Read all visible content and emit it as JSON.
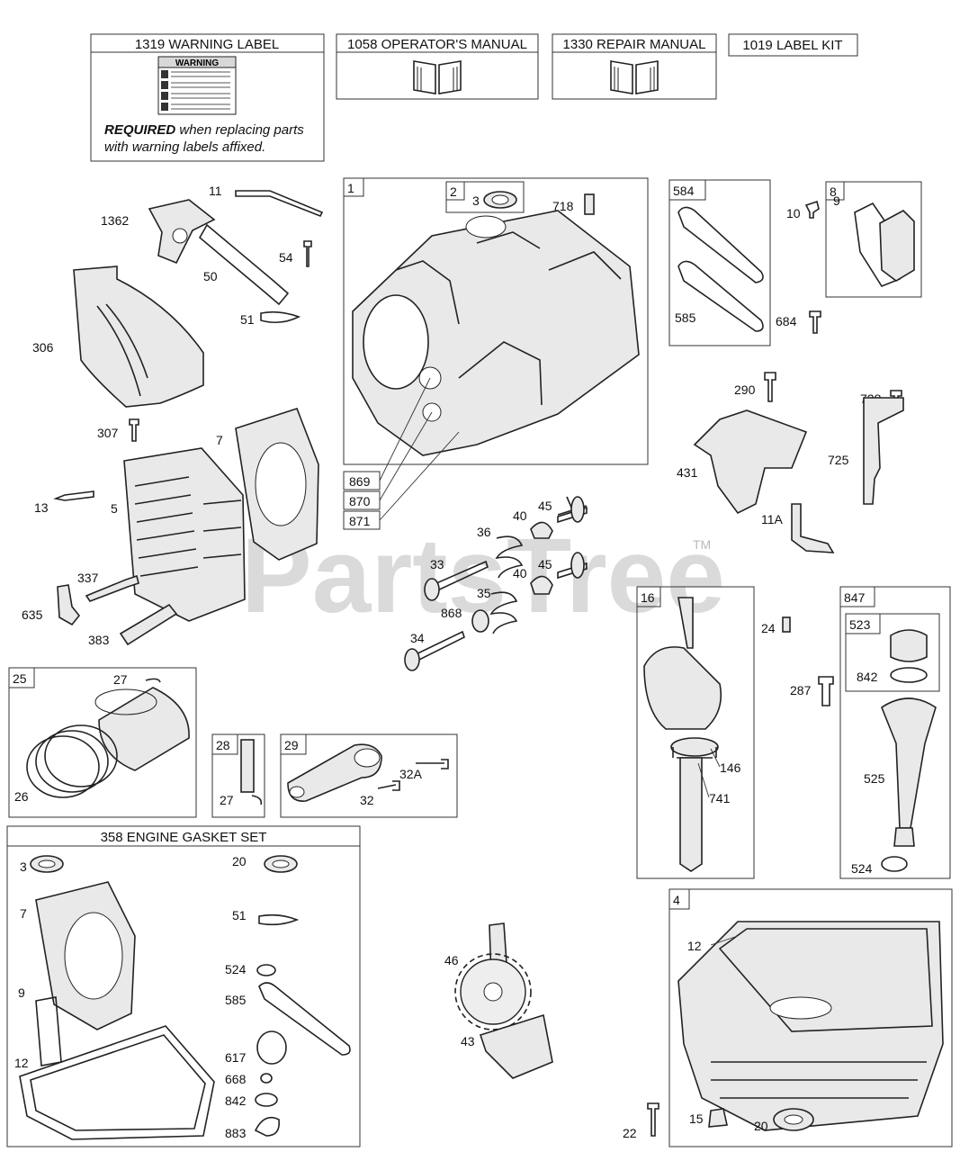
{
  "watermark": {
    "brand": "PartsTree",
    "tm": "TM"
  },
  "header_boxes": {
    "warning_label": "1319 WARNING LABEL",
    "operators_manual": "1058 OPERATOR'S MANUAL",
    "repair_manual": "1330 REPAIR MANUAL",
    "label_kit": "1019 LABEL KIT"
  },
  "warning_sticker": {
    "title": "WARNING"
  },
  "required_note": {
    "bold": "REQUIRED",
    "line1": " when replacing parts",
    "line2": "with warning labels affixed."
  },
  "gasket_set": {
    "title": "358 ENGINE GASKET SET"
  },
  "group_numbers": {
    "g1": "1",
    "g2": "2",
    "g584": "584",
    "g8": "8",
    "g25": "25",
    "g28": "28",
    "g29": "29",
    "g16": "16",
    "g847": "847",
    "g523": "523",
    "g4": "4",
    "g869": "869",
    "g870": "870",
    "g871": "871"
  },
  "labels": {
    "l1319": "",
    "l11": "11",
    "l1362": "1362",
    "l54": "54",
    "l50": "50",
    "l51": "51",
    "l306": "306",
    "l307": "307",
    "l7": "7",
    "l13": "13",
    "l5": "5",
    "l337": "337",
    "l635": "635",
    "l383": "383",
    "l3": "3",
    "l718": "718",
    "l10": "10",
    "l9": "9",
    "l585": "585",
    "l684": "684",
    "l290": "290",
    "l728": "728",
    "l431": "431",
    "l725": "725",
    "l11a": "11A",
    "l45a": "45",
    "l40a": "40",
    "l36": "36",
    "l33": "33",
    "l45b": "45",
    "l40b": "40",
    "l35": "35",
    "l868": "868",
    "l34": "34",
    "l27a": "27",
    "l26": "26",
    "l27b": "27",
    "l32a": "32A",
    "l32": "32",
    "l24": "24",
    "l146": "146",
    "l741": "741",
    "l287": "287",
    "l842": "842",
    "l525": "525",
    "l524": "524",
    "gs3": "3",
    "gs7": "7",
    "gs9": "9",
    "gs12": "12",
    "gs20": "20",
    "gs51": "51",
    "gs524": "524",
    "gs585": "585",
    "gs617": "617",
    "gs668": "668",
    "gs842": "842",
    "gs883": "883",
    "l46": "46",
    "l43": "43",
    "l12": "12",
    "l22": "22",
    "l15": "15",
    "l20": "20"
  }
}
